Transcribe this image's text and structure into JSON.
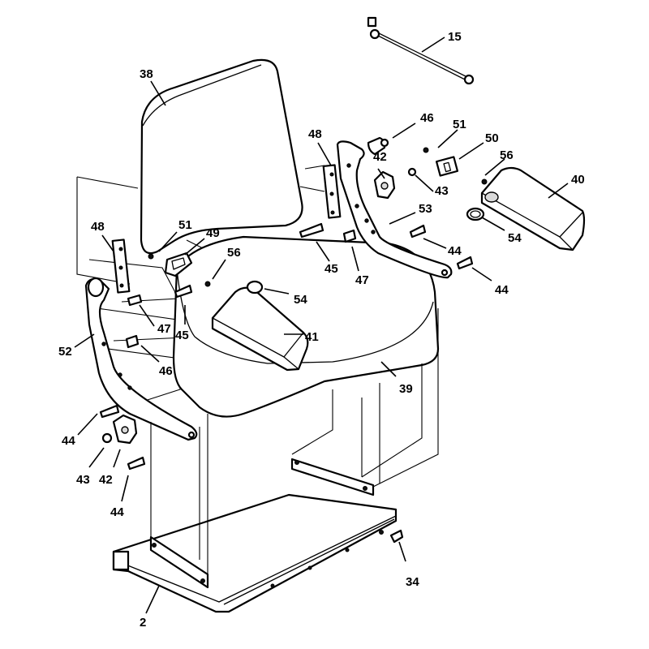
{
  "callouts": {
    "c15": "15",
    "c38": "38",
    "c48a": "48",
    "c46a": "46",
    "c51a": "51",
    "c50": "50",
    "c56a": "56",
    "c40": "40",
    "c42a": "42",
    "c43a": "43",
    "c53": "53",
    "c44a": "44",
    "c44b": "44",
    "c54a": "54",
    "c45a": "45",
    "c47a": "47",
    "c48b": "48",
    "c51b": "51",
    "c49": "49",
    "c56b": "56",
    "c54b": "54",
    "c45b": "45",
    "c47b": "47",
    "c41": "41",
    "c52": "52",
    "c46b": "46",
    "c39": "39",
    "c44c": "44",
    "c43b": "43",
    "c42b": "42",
    "c44d": "44",
    "c34": "34",
    "c2": "2"
  }
}
